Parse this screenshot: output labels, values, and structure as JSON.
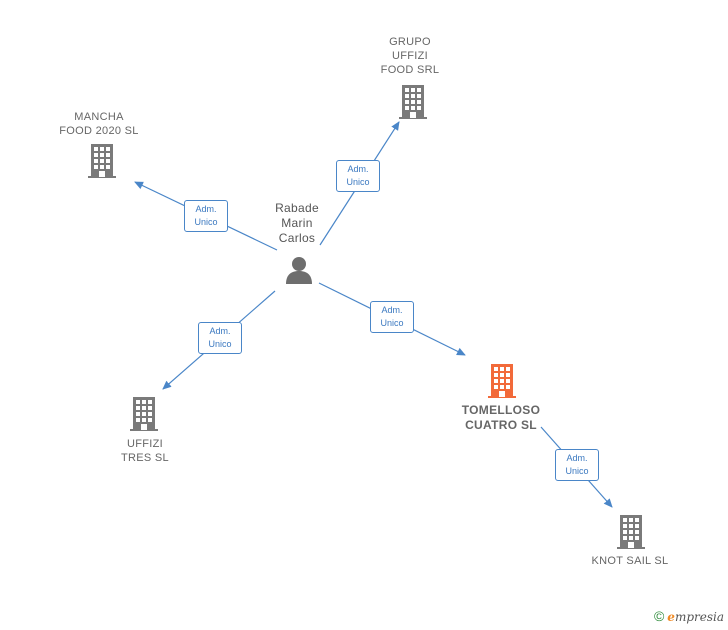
{
  "colors": {
    "edge": "#4a86c8",
    "company": "#7a7a7a",
    "main_company": "#f26a3a",
    "person": "#6e6e6e"
  },
  "person": {
    "label": "Rabade\nMarin\nCarlos",
    "icon": "person-icon"
  },
  "companies": {
    "grupo": {
      "label": "GRUPO\nUFFIZI\nFOOD SRL",
      "icon": "building-icon"
    },
    "mancha": {
      "label": "MANCHA\nFOOD 2020  SL",
      "icon": "building-icon"
    },
    "tomelloso": {
      "label": "TOMELLOSO\nCUATRO  SL",
      "icon": "building-icon"
    },
    "uffizi": {
      "label": "UFFIZI\nTRES SL",
      "icon": "building-icon"
    },
    "knot": {
      "label": "KNOT SAIL  SL",
      "icon": "building-icon"
    }
  },
  "edges": [
    {
      "from": "person",
      "to": "grupo",
      "line1": "Adm.",
      "line2": "Unico"
    },
    {
      "from": "person",
      "to": "mancha",
      "line1": "Adm.",
      "line2": "Unico"
    },
    {
      "from": "person",
      "to": "tomelloso",
      "line1": "Adm.",
      "line2": "Unico"
    },
    {
      "from": "person",
      "to": "uffizi",
      "line1": "Adm.",
      "line2": "Unico"
    },
    {
      "from": "tomelloso",
      "to": "knot",
      "line1": "Adm.",
      "line2": "Unico"
    }
  ],
  "footer": {
    "copyright": "©",
    "brand_e": "e",
    "brand_rest": "mpresia"
  }
}
